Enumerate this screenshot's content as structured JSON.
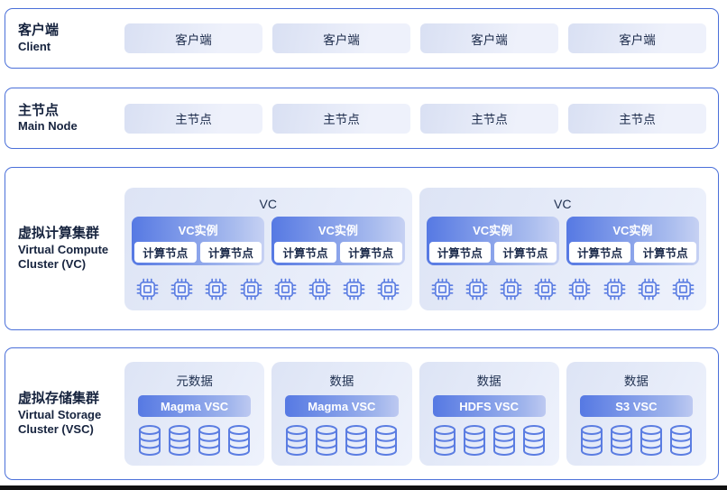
{
  "colors": {
    "section_border": "#4b70d9",
    "accent_blue": "#5679e3",
    "icon_blue": "#5b7de2",
    "dark_text": "#16233e",
    "group_bg_start": "#dde4f5",
    "group_bg_end": "#eef2fc",
    "bottom_bar": "#111111"
  },
  "icons": {
    "chip": "cpu-chip-icon",
    "disk": "database-icon"
  },
  "sections": {
    "client": {
      "title_zh": "客户端",
      "title_en": "Client",
      "boxes": [
        "客户端",
        "客户端",
        "客户端",
        "客户端"
      ]
    },
    "main_node": {
      "title_zh": "主节点",
      "title_en": "Main Node",
      "boxes": [
        "主节点",
        "主节点",
        "主节点",
        "主节点"
      ]
    },
    "compute": {
      "title_zh": "虚拟计算集群",
      "title_en_line1": "Virtual Compute",
      "title_en_line2": "Cluster (VC)",
      "groups": [
        {
          "label": "VC",
          "chip_count": 8,
          "instances": [
            {
              "label": "VC实例",
              "nodes": [
                "计算节点",
                "计算节点"
              ]
            },
            {
              "label": "VC实例",
              "nodes": [
                "计算节点",
                "计算节点"
              ]
            }
          ]
        },
        {
          "label": "VC",
          "chip_count": 8,
          "instances": [
            {
              "label": "VC实例",
              "nodes": [
                "计算节点",
                "计算节点"
              ]
            },
            {
              "label": "VC实例",
              "nodes": [
                "计算节点",
                "计算节点"
              ]
            }
          ]
        }
      ]
    },
    "storage": {
      "title_zh": "虚拟存储集群",
      "title_en_line1": "Virtual Storage",
      "title_en_line2": "Cluster (VSC)",
      "groups": [
        {
          "data_label": "元数据",
          "vsc_label": "Magma VSC",
          "disk_count": 4
        },
        {
          "data_label": "数据",
          "vsc_label": "Magma VSC",
          "disk_count": 4
        },
        {
          "data_label": "数据",
          "vsc_label": "HDFS VSC",
          "disk_count": 4
        },
        {
          "data_label": "数据",
          "vsc_label": "S3 VSC",
          "disk_count": 4
        }
      ]
    }
  }
}
